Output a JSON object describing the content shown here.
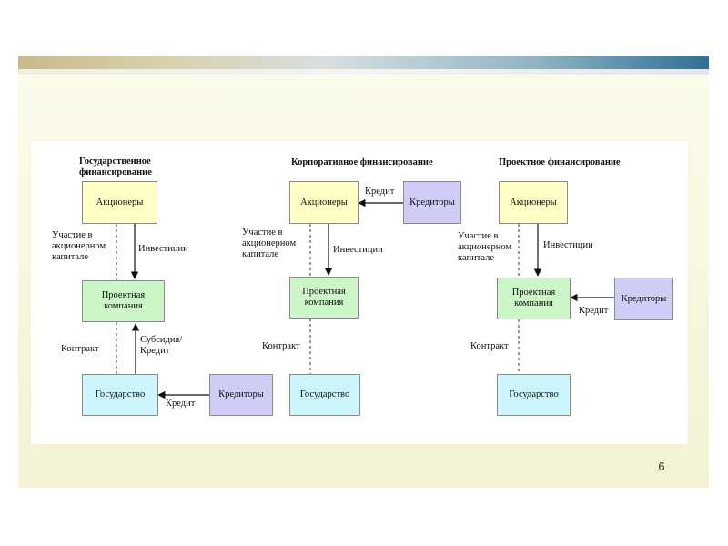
{
  "page_number": "6",
  "columns": [
    {
      "title": "Государственное\nфинансирование",
      "shareholders": "Акционеры",
      "project_company": "Проектная\nкомпания",
      "state": "Государство",
      "creditors": "Кредиторы",
      "label_equity": "Участие в\nакционерном\nкапитале",
      "label_investments": "Инвестиции",
      "label_contract": "Контракт",
      "label_subsidy": "Субсидия/\nКредит",
      "label_credit": "Кредит"
    },
    {
      "title": "Корпоративное финансирование",
      "shareholders": "Акционеры",
      "project_company": "Проектная\nкомпания",
      "state": "Государство",
      "creditors": "Кредиторы",
      "label_equity": "Участие в\nакционерном\nкапитале",
      "label_investments": "Инвестиции",
      "label_contract": "Контракт",
      "label_credit": "Кредит"
    },
    {
      "title": "Проектное финансирование",
      "shareholders": "Акционеры",
      "project_company": "Проектная\nкомпания",
      "state": "Государство",
      "creditors": "Кредиторы",
      "label_equity": "Участие в\nакционерном\nкапитале",
      "label_investments": "Инвестиции",
      "label_contract": "Контракт",
      "label_credit": "Кредит"
    }
  ]
}
